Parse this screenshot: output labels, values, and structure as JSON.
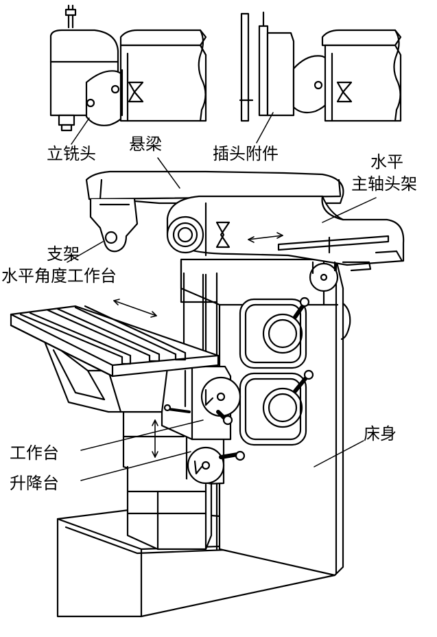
{
  "labels": {
    "vertical_head": "立铣头",
    "overarm": "悬梁",
    "slotting_attachment": "插头附件",
    "horizontal_line1": "水平",
    "horizontal_line2": "主轴头架",
    "bracket": "支架",
    "angle_table": "水平角度工作台",
    "worktable": "工作台",
    "lifting_table": "升降台",
    "bed": "床身"
  }
}
